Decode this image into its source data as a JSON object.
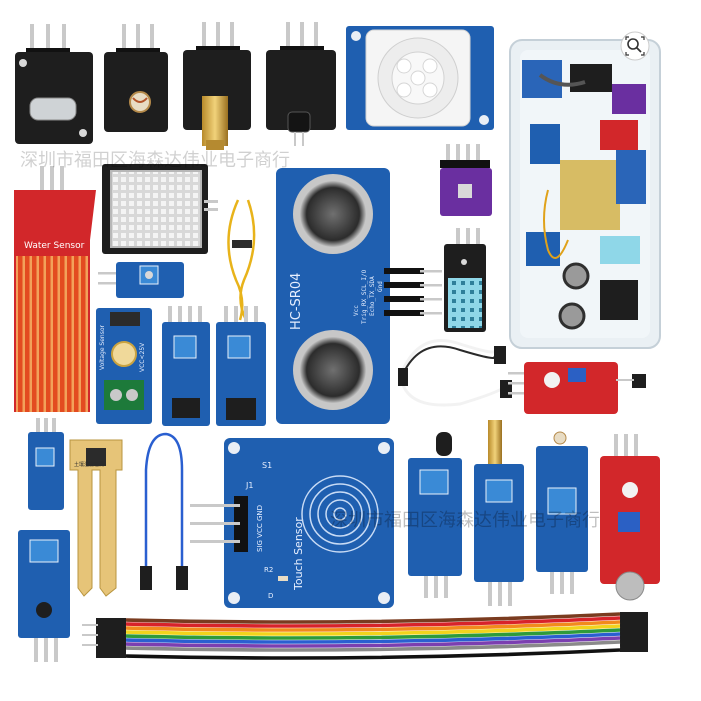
{
  "labels": {
    "water_sensor": "Water Sensor",
    "hc_sr04": "HC-SR04",
    "touch_sensor": "Touch Sensor",
    "soil_sensor": "土壤湿度检测",
    "voltage_sensor": "Voltage Sensor",
    "vcc_25v": "VCC<25V",
    "pin_trig": "Trig_RX_SCL_I/O",
    "pin_echo": "Echo_TX_SDA",
    "pin_gnd": "Gnd",
    "pin_vcc": "Vcc",
    "touch_pins": "SIG VCC GND",
    "touch_j1": "J1",
    "touch_r2": "R2",
    "touch_d": "D",
    "touch_s1": "S1",
    "watermark_top": "深圳市福田区海森达伟业电子商行",
    "watermark_bottom": "深圳市福田区海森达伟业电子商行"
  },
  "ui": {
    "zoom_icon": "zoom-search-icon"
  },
  "colors": {
    "background": "#ffffff",
    "pcb_black": "#1e1e1e",
    "pcb_blue": "#1f5fb0",
    "pcb_red": "#d2272a",
    "pcb_purple": "#6a2fa0",
    "ribbon": [
      "#7a3b1f",
      "#d8232a",
      "#f28a1c",
      "#f2d41c",
      "#2e9b3a",
      "#2a5fd0",
      "#7b3fb0",
      "#8a8a8a",
      "#ffffff",
      "#111111"
    ]
  }
}
